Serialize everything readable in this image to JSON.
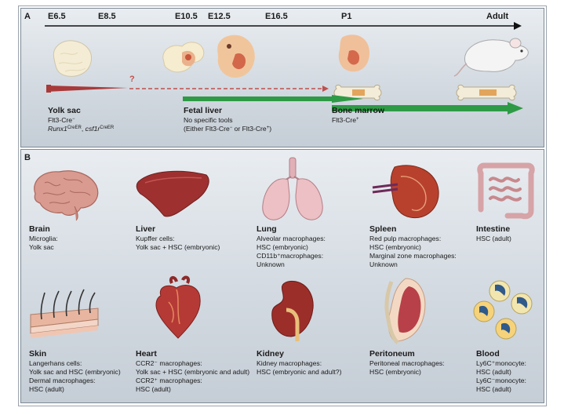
{
  "panel_a": {
    "label": "A",
    "timeline": [
      "E6.5",
      "E8.5",
      "E10.5",
      "E12.5",
      "E16.5",
      "P1",
      "Adult"
    ],
    "question_mark": "?",
    "sources": [
      {
        "title": "Yolk sac",
        "lines": [
          {
            "base": "Flt3-Cre",
            "sup": "−"
          },
          {
            "part1": "Runx1",
            "sup1": "CreER",
            "mid": ", ",
            "part2": "csf1r",
            "sup2": "CreER"
          }
        ]
      },
      {
        "title": "Fetal liver",
        "lines": [
          {
            "base": "No specific tools"
          },
          {
            "pre": "(Either Flt3-Cre",
            "sup1": "−",
            "mid": " or Flt3-Cre",
            "sup2": "+",
            "post": ")"
          }
        ]
      },
      {
        "title": "Bone marrow",
        "lines": [
          {
            "base": "Flt3-Cre",
            "sup": "+"
          }
        ]
      }
    ],
    "colors": {
      "yolk_sac": "#a83a3a",
      "fetal_liver": "#2e9a45",
      "bone_marrow": "#2e9a45",
      "dashed": "#c0504d"
    }
  },
  "panel_b": {
    "label": "B",
    "organs": [
      {
        "name": "Brain",
        "icon": "brain-icon",
        "lines": [
          "Microglia:",
          "Yolk sac"
        ]
      },
      {
        "name": "Liver",
        "icon": "liver-icon",
        "lines": [
          "Kupffer cells:",
          "Yolk sac + HSC (embryonic)"
        ]
      },
      {
        "name": "Lung",
        "icon": "lung-icon",
        "lines": [
          "Alveolar macrophages:",
          "HSC (embryonic)",
          "CD11b⁺macrophages:",
          "Unknown"
        ]
      },
      {
        "name": "Spleen",
        "icon": "spleen-icon",
        "lines": [
          "Red pulp macrophages:",
          "HSC (embryonic)",
          "Marginal zone macrophages:",
          "Unknown"
        ]
      },
      {
        "name": "Intestine",
        "icon": "intestine-icon",
        "lines": [
          "HSC (adult)"
        ]
      },
      {
        "name": "Skin",
        "icon": "skin-icon",
        "lines": [
          "Langerhans cells:",
          "Yolk sac and HSC (embryonic)",
          "Dermal macrophages:",
          "HSC (adult)"
        ]
      },
      {
        "name": "Heart",
        "icon": "heart-icon",
        "lines": [
          "CCR2⁻ macrophages:",
          "Yolk sac + HSC (embryonic and adult)",
          "CCR2⁺ macrophages:",
          "HSC (adult)"
        ]
      },
      {
        "name": "Kidney",
        "icon": "kidney-icon",
        "lines": [
          "Kidney macrophages:",
          "HSC (embryonic and adult?)"
        ]
      },
      {
        "name": "Peritoneum",
        "icon": "peritoneum-icon",
        "lines": [
          "Peritoneal macrophages:",
          "HSC (embryonic)"
        ]
      },
      {
        "name": "Blood",
        "icon": "blood-cells-icon",
        "lines": [
          "Ly6C⁺monocyte:",
          "HSC (adult)",
          "Ly6C⁻monocyte:",
          "HSC (adult)"
        ]
      }
    ]
  }
}
